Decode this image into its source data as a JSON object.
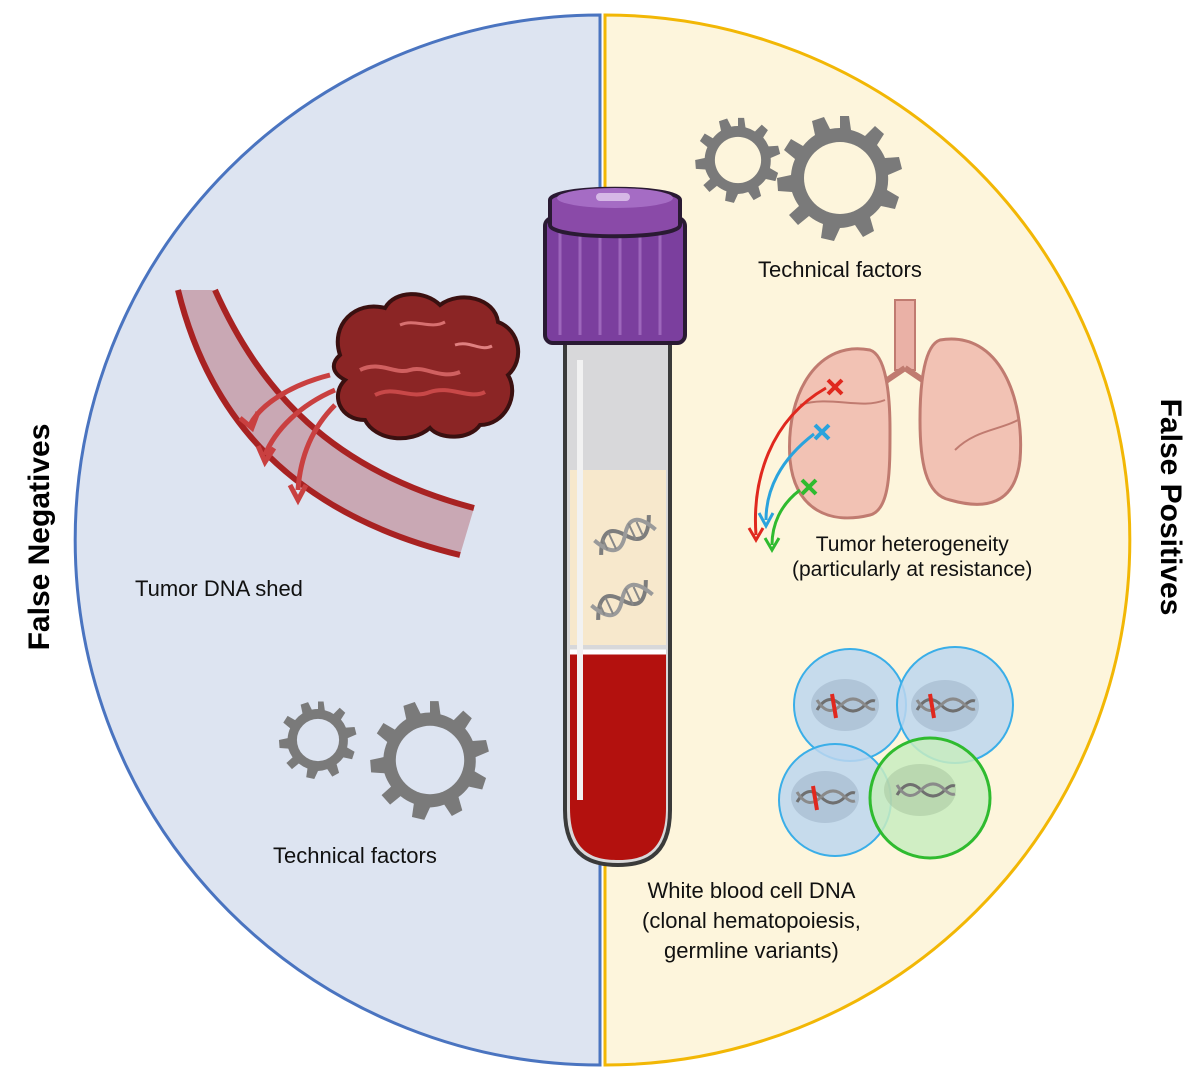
{
  "left_panel": {
    "title": "False Negatives",
    "tumor_label": "Tumor DNA shed",
    "technical_label": "Technical factors",
    "bg_color": "#dde4f1",
    "border_color": "#4a74c0"
  },
  "right_panel": {
    "title": "False Positives",
    "technical_label": "Technical factors",
    "heterogeneity_label_line1": "Tumor heterogeneity",
    "heterogeneity_label_line2": "(particularly at resistance)",
    "wbc_label_line1": "White blood cell DNA",
    "wbc_label_line2": "(clonal hematopoiesis,",
    "wbc_label_line3": "germline variants)",
    "bg_color": "#fdf5dc",
    "border_color": "#f2b705"
  },
  "icons": {
    "gear": "gear-icon",
    "tube": "blood-tube-icon",
    "tumor": "tumor-icon",
    "vessel": "blood-vessel-icon",
    "lungs": "lungs-icon",
    "cells": "white-blood-cell-icon",
    "dna": "dna-helix-icon"
  },
  "colors": {
    "gear": "#7a7a7a",
    "cap": "#8a4aa8",
    "blood": "#b3110e",
    "vessel": "#b03030",
    "tumor": "#8b2525",
    "mutation_red": "#e0281e",
    "mutation_blue": "#2aa3dd",
    "mutation_green": "#2fbb2f",
    "cell_blue": "#bcd6ef",
    "cell_green": "#c8ecc0"
  }
}
